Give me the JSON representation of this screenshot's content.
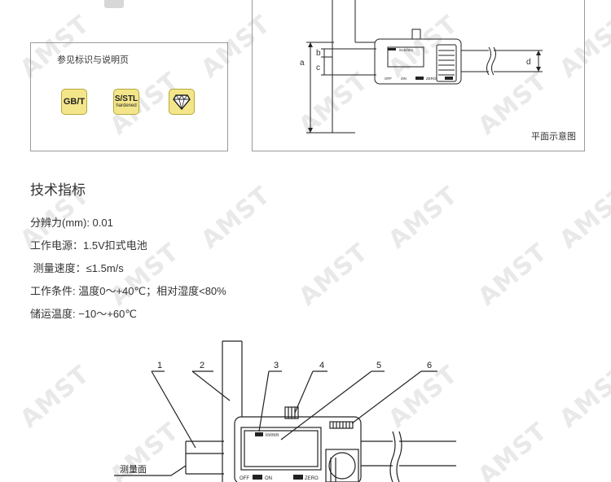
{
  "watermark": "AMST",
  "legend": {
    "title": "参见标识与说明页",
    "badges": [
      {
        "label": "GB/T"
      },
      {
        "label": "S/STL",
        "sub": "hardened"
      },
      {
        "icon": "diamond-icon"
      }
    ]
  },
  "plan_view": {
    "caption": "平面示意图",
    "dims": {
      "a": "a",
      "b": "b",
      "c": "c",
      "d": "d"
    },
    "display": {
      "unit": "inch/mm",
      "off": "OFF",
      "on": "ON",
      "zero": "ZERO"
    }
  },
  "specs": {
    "title": "技术指标",
    "items": [
      "分辨力(mm): 0.01",
      "工作电源：1.5V扣式电池",
      " 测量速度：≤1.5m/s",
      "工作条件: 温度0～+40℃；相对湿度<80%",
      "储运温度: −10～+60℃"
    ]
  },
  "parts_diagram": {
    "callouts": [
      "1",
      "2",
      "3",
      "4",
      "5",
      "6"
    ],
    "surface_label": "测量面",
    "display": {
      "unit": "in/mm",
      "off": "OFF",
      "on": "ON",
      "zero": "ZERO"
    }
  }
}
